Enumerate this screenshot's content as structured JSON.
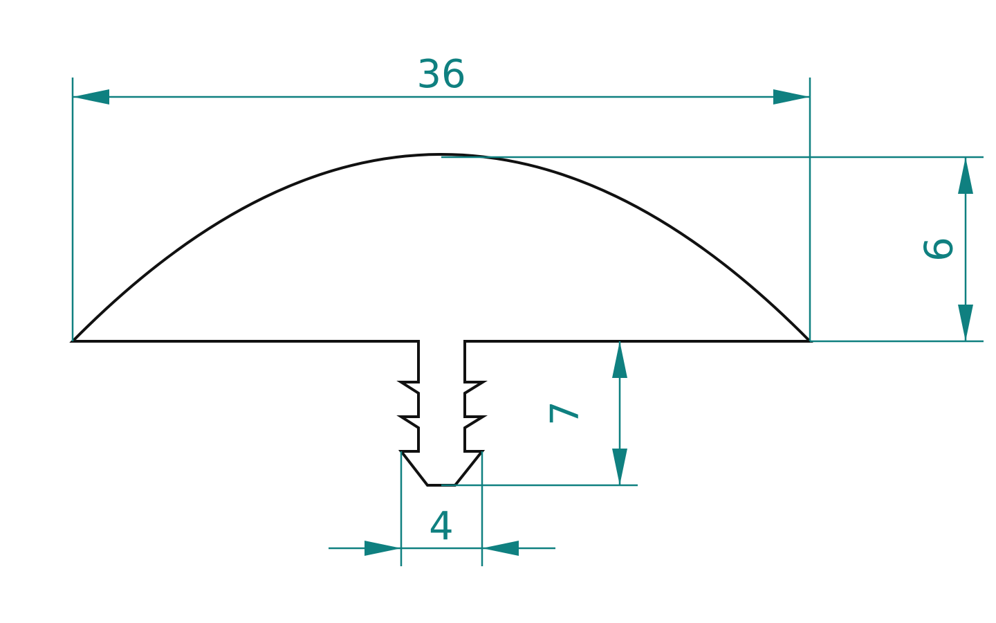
{
  "colors": {
    "profile": "#111111",
    "dimension": "#0f8080",
    "background": "#ffffff"
  },
  "dimensions": {
    "overall_width": "36",
    "dome_height": "9",
    "stem_length": "7",
    "stem_width": "4"
  }
}
